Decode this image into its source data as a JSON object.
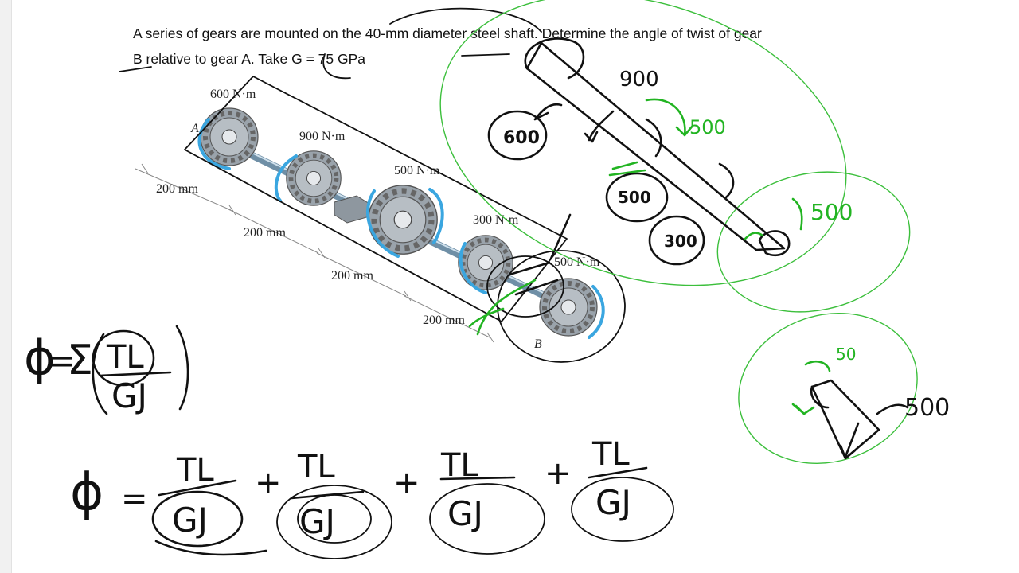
{
  "problem": {
    "line1": "A series of gears are mounted on the 40-mm diameter steel shaft.  Determine the angle of twist of gear",
    "line2": "B relative to gear A. Take G = 75 GPa"
  },
  "figure": {
    "torques": [
      "600 N·m",
      "900 N·m",
      "500 N·m",
      "300 N·m",
      "500 N·m"
    ],
    "segments": [
      "200 mm",
      "200 mm",
      "200 mm",
      "200 mm"
    ],
    "gear_a": "A",
    "gear_b": "B"
  },
  "notes": {
    "fbd_torques": [
      "900",
      "600",
      "500",
      "500",
      "300",
      "500"
    ],
    "fbd_small": [
      "50",
      "500"
    ],
    "formula_sum": {
      "lhs": "ϕ",
      "eq": "=",
      "sigma": "Σ",
      "num": "TL",
      "den": "GJ"
    },
    "formula_expanded": {
      "lhs": "ϕ",
      "eq": "=",
      "plus": "+",
      "num": "TL",
      "den": "GJ"
    }
  }
}
